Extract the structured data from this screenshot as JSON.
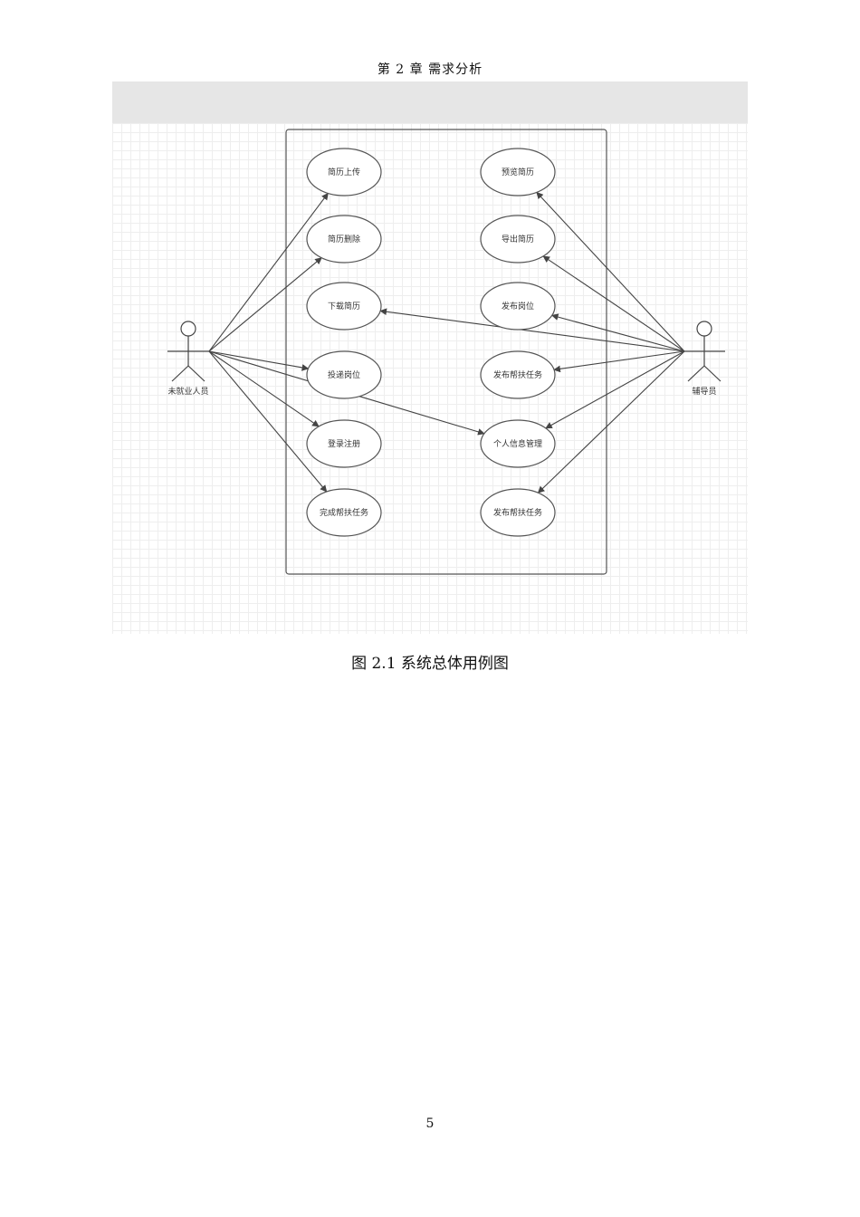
{
  "header": {
    "text": "第 2 章  需求分析"
  },
  "diagram": {
    "actors": [
      {
        "id": "left",
        "label": "未就业人员"
      },
      {
        "id": "right",
        "label": "辅导员"
      }
    ],
    "left_use_cases": [
      "简历上传",
      "简历删除",
      "下载简历",
      "投递岗位",
      "登录注册",
      "完成帮扶任务"
    ],
    "right_use_cases": [
      "预览简历",
      "导出简历",
      "发布岗位",
      "发布帮扶任务",
      "个人信息管理",
      "发布帮扶任务"
    ],
    "associations": [
      {
        "actor": "left",
        "target": "L0"
      },
      {
        "actor": "left",
        "target": "L1"
      },
      {
        "actor": "left",
        "target": "L3"
      },
      {
        "actor": "left",
        "target": "L4"
      },
      {
        "actor": "left",
        "target": "L5"
      },
      {
        "actor": "left",
        "target": "R4"
      },
      {
        "actor": "right",
        "target": "R0"
      },
      {
        "actor": "right",
        "target": "R1"
      },
      {
        "actor": "right",
        "target": "R2"
      },
      {
        "actor": "right",
        "target": "R3"
      },
      {
        "actor": "right",
        "target": "R4"
      },
      {
        "actor": "right",
        "target": "R5"
      },
      {
        "actor": "right",
        "target": "L2"
      }
    ]
  },
  "caption": {
    "text": "图 2.1 系统总体用例图"
  },
  "page_number": {
    "text": "5"
  }
}
